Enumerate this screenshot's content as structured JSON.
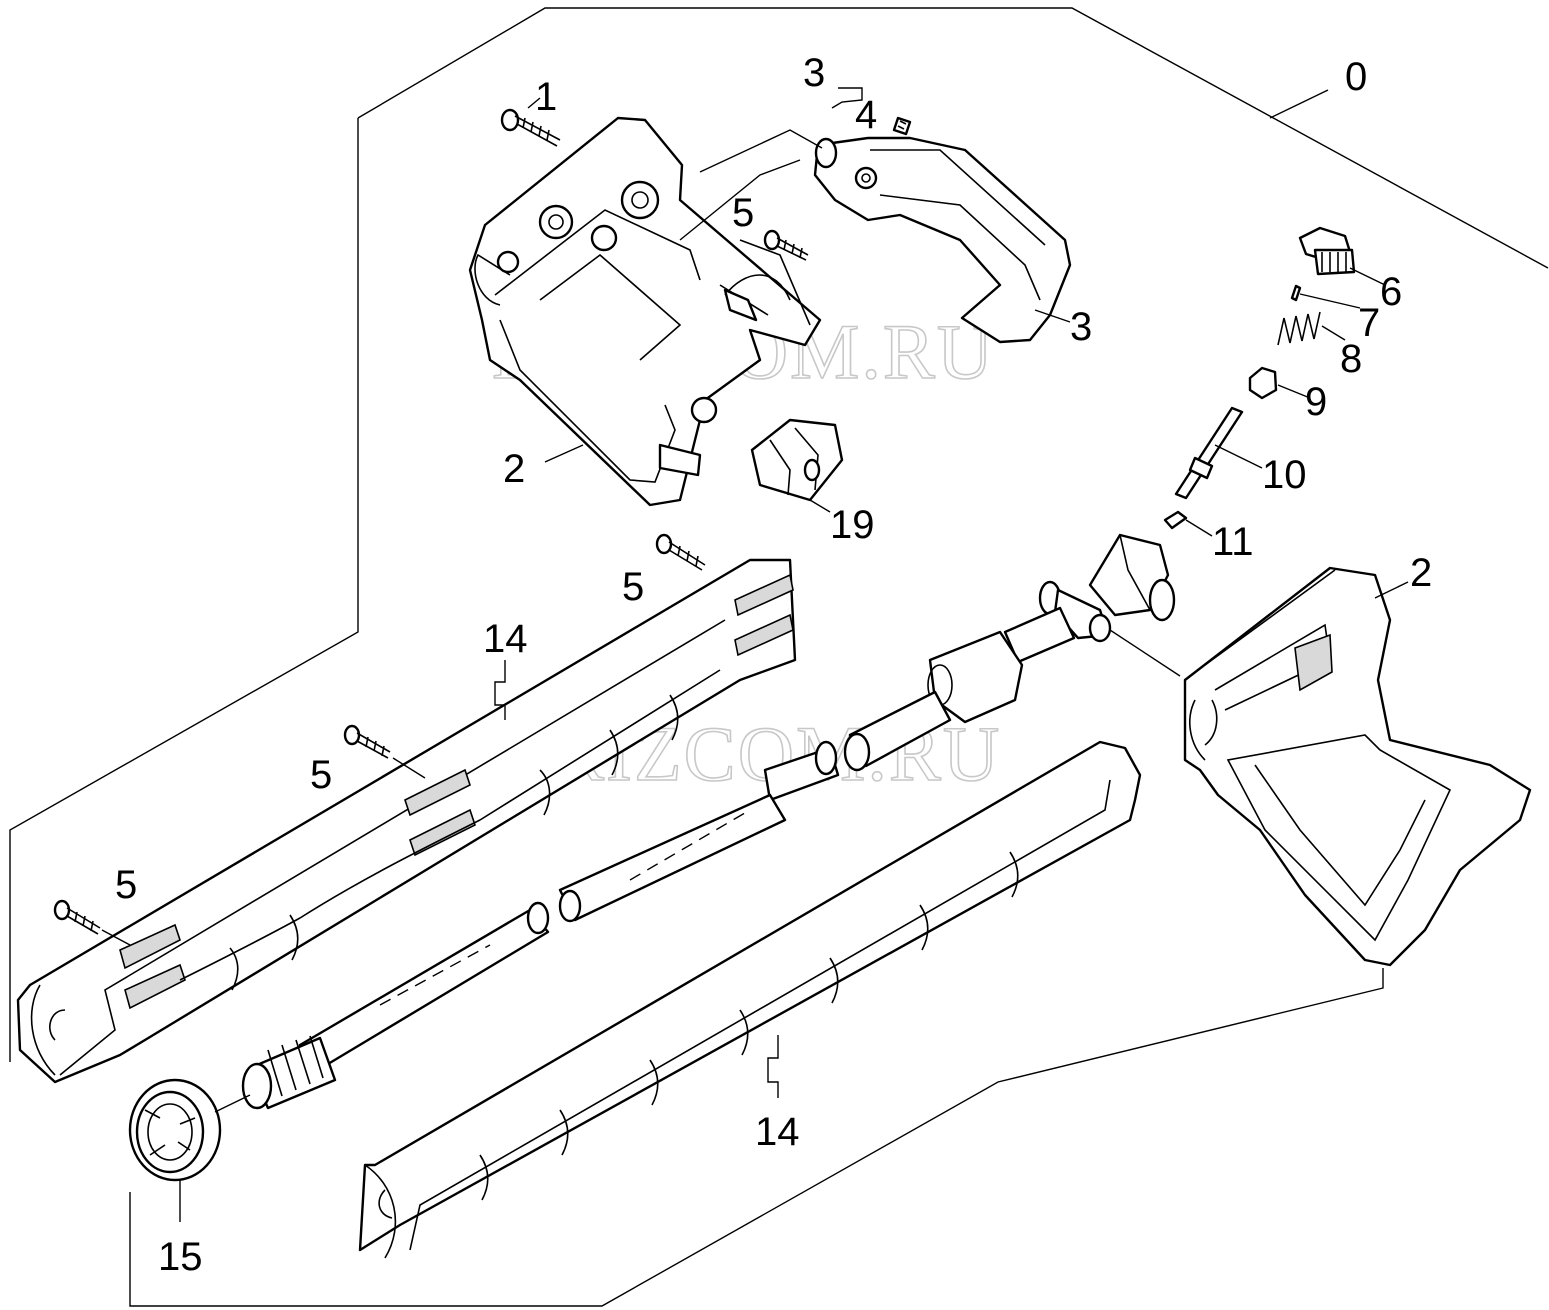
{
  "watermark": [
    "BRIZCOM.RU",
    "BRIZCOM.RU"
  ],
  "callouts": {
    "c0": "0",
    "c1": "1",
    "c2a": "2",
    "c2b": "2",
    "c3a": "3",
    "c3b": "3",
    "c4": "4",
    "c5a": "5",
    "c5b": "5",
    "c5c": "5",
    "c5d": "5",
    "c6": "6",
    "c7": "7",
    "c8": "8",
    "c9": "9",
    "c10": "10",
    "c11": "11",
    "c14a": "14",
    "c14b": "14",
    "c15": "15",
    "c19": "19"
  }
}
